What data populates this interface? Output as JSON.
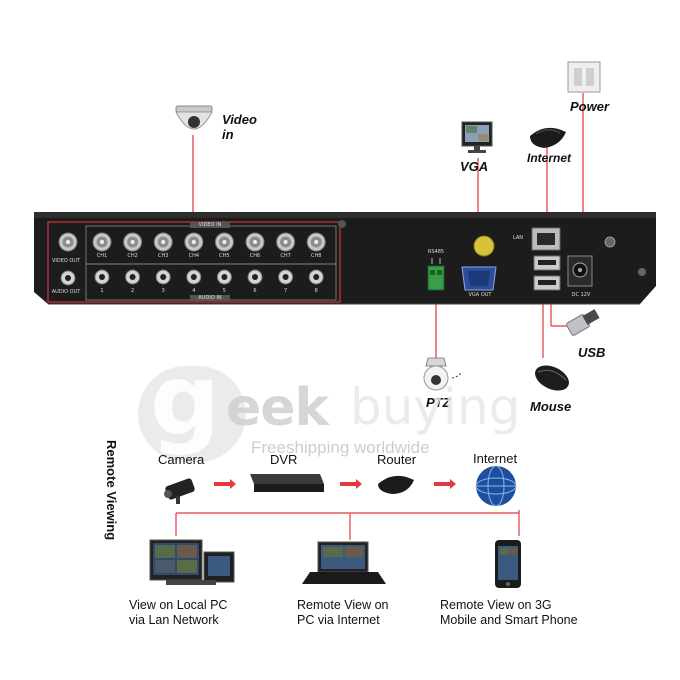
{
  "labels": {
    "video_in": "Video\nin",
    "vga": "VGA",
    "internet": "Internet",
    "power": "Power",
    "usb": "USB",
    "mouse": "Mouse",
    "ptz": "PTZ"
  },
  "panel": {
    "video_in_tag": "VIDEO IN",
    "audio_in_tag": "AUDIO IN",
    "video_out": "VIDEO OUT",
    "audio_out": "AUDIO OUT",
    "channels": [
      "CH1",
      "CH2",
      "CH3",
      "CH4",
      "CH5",
      "CH6",
      "CH7",
      "CH8"
    ],
    "audio_numbers": [
      "1",
      "2",
      "3",
      "4",
      "5",
      "6",
      "7",
      "8"
    ],
    "rs485": "RS485",
    "vga_out": "VGA OUT",
    "lan": "LAN",
    "dc": "DC 12V"
  },
  "watermark": {
    "brand_g": "g",
    "brand_eek": "eek",
    "brand_buying": "buying",
    "tagline": "Freeshipping worldwide"
  },
  "remote": {
    "title": "Remote Viewing",
    "flow": [
      "Camera",
      "DVR",
      "Router",
      "Internet"
    ],
    "captions": [
      [
        "View on Local PC",
        "via Lan Network"
      ],
      [
        "Remote View on",
        "PC via Internet"
      ],
      [
        "Remote View on 3G",
        "Mobile and Smart Phone"
      ]
    ]
  },
  "colors": {
    "panel": "#1c1c1c",
    "callout_line": "#e0343c",
    "arrow": "#e4393f",
    "connector": "#c8c8c8"
  }
}
